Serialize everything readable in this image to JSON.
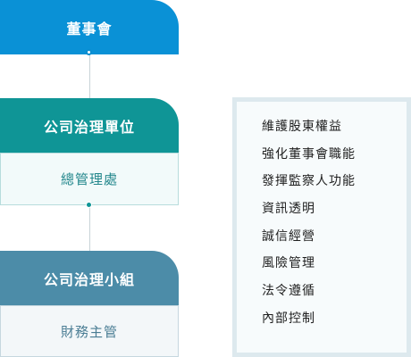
{
  "org_chart": {
    "board": {
      "label": "董事會"
    },
    "governance_unit": {
      "label": "公司治理單位",
      "sub_label": "總管理處"
    },
    "governance_team": {
      "label": "公司治理小組",
      "sub_label": "財務主管"
    }
  },
  "duties": {
    "items": [
      "維護股東權益",
      "強化董事會職能",
      "發揮監察人功能",
      "資訊透明",
      "誠信經營",
      "風險管理",
      "法令遵循",
      "內部控制"
    ]
  },
  "colors": {
    "board": "#0a91d6",
    "governance_unit": "#0f9596",
    "governance_team": "#4c8ca8",
    "duties_border": "#dde9ee"
  }
}
